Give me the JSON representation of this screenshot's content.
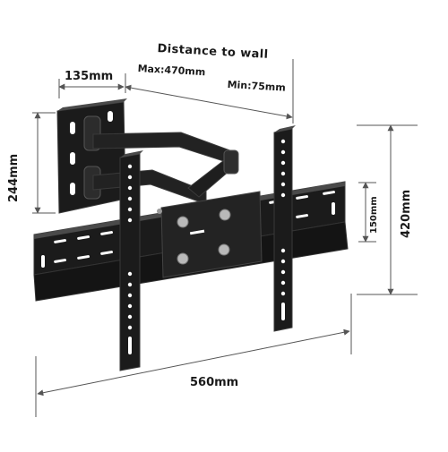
{
  "labels": {
    "title": "Distance to wall",
    "max_distance": "Max:470mm",
    "min_distance": "Min:75mm",
    "wall_plate_width": "135mm",
    "wall_plate_height": "244mm",
    "vesa_width": "560mm",
    "bracket_inner_height": "150mm",
    "bracket_height": "420mm"
  },
  "colors": {
    "metal": "#1b1b1b",
    "metal_edge": "#3a3a3a",
    "metal_highlight": "#5a5a5a",
    "dimension_line": "#555555",
    "screw": "#b9b9b9",
    "background": "#ffffff"
  }
}
